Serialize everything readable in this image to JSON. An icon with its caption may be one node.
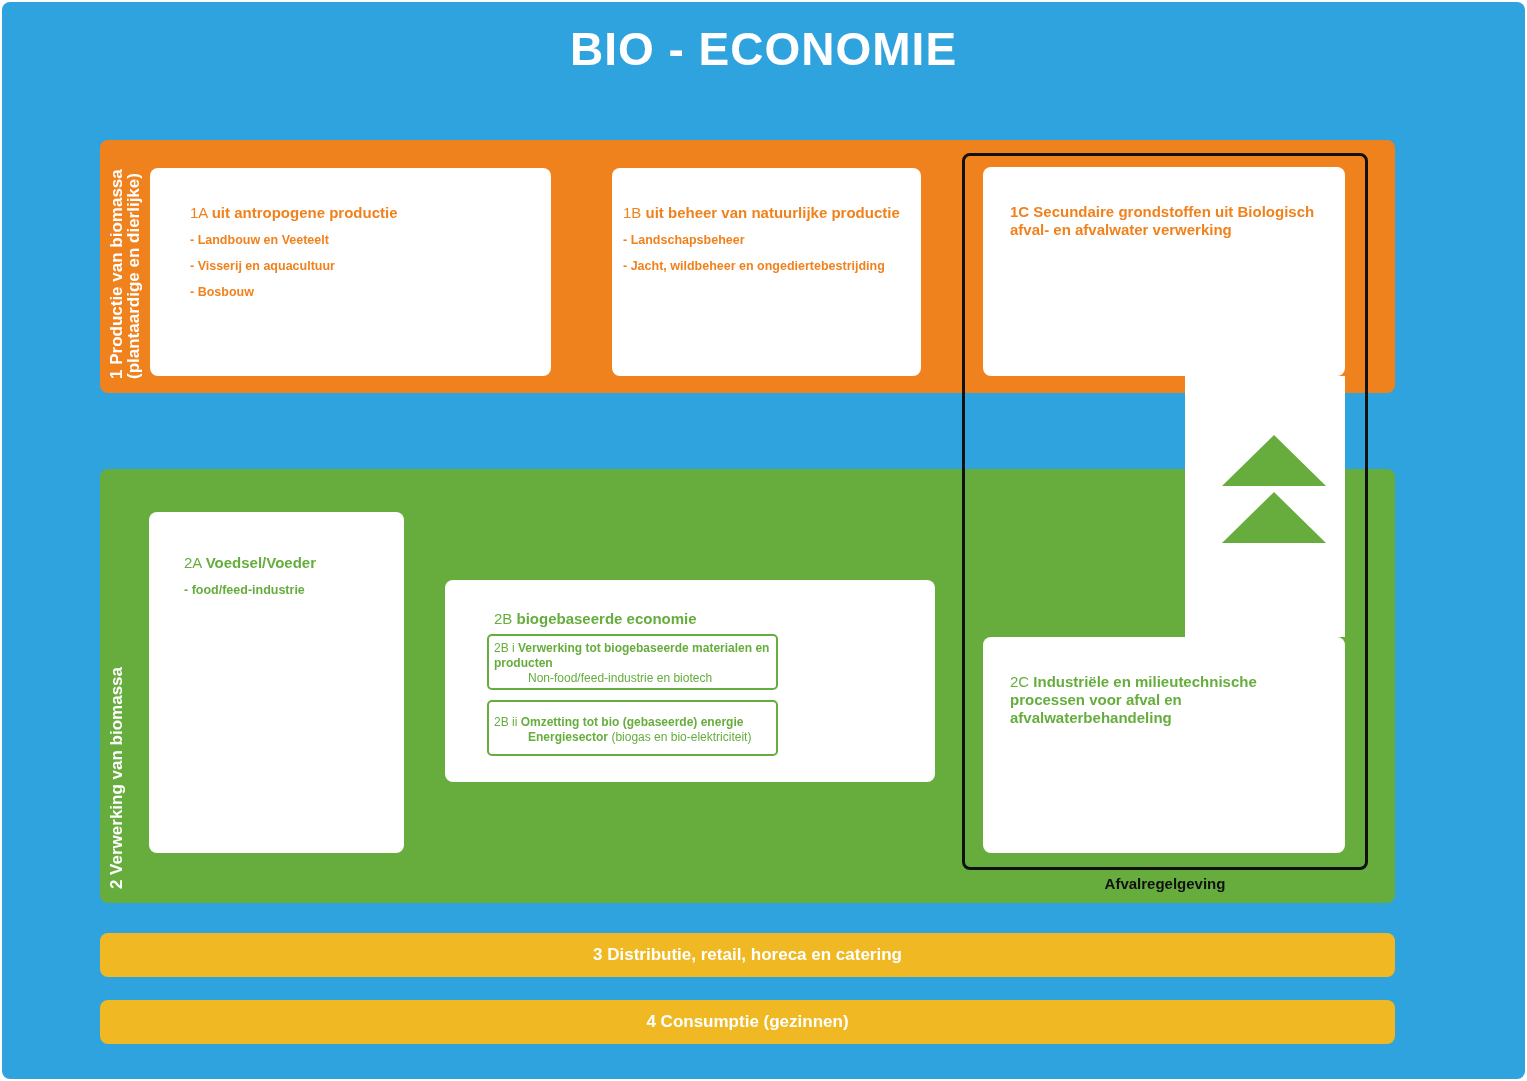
{
  "diagram": {
    "title": "BIO - ECONOMIE",
    "nodes": [
      {
        "text": [
          "1 Productie van biomassa (plantaardige en dierlijke)"
        ]
      },
      {
        "text": [
          "1A **uit antropogene productie**",
          "- Landbouw en Veeteelt",
          "- Visserij en aquacultuur",
          "- Bosbouw"
        ],
        "in": 0
      },
      {
        "text": [
          "1B **uit beheer van natuurlijke productie**",
          "- Landschapsbeheer",
          "- Jacht, wildbeheer en ongediertebestrijding"
        ],
        "in": 0
      },
      {
        "text": [
          "1C  Secundaire grondstoffen uit Biologisch afval- en afvalwater verwerking"
        ],
        "in": 0
      },
      {
        "text": [
          "2 Verwerking van biomassa"
        ]
      },
      {
        "text": [
          "2A **Voedsel/Voeder**",
          "- food/feed-industrie"
        ],
        "in": 4
      },
      {
        "text": [
          "2B **biogebaseerde economie**"
        ],
        "in": 4
      },
      {
        "text": [
          "2B i **Verwerking tot biogebaseerde materialen en producten**",
          "Non-food/feed-industrie en biotech"
        ],
        "in": 6
      },
      {
        "text": [
          "2B ii **Omzetting tot bio (gebaseerde) energie**",
          "**Energiesector** (biogas en bio-elektriciteit)"
        ],
        "in": 6
      },
      {
        "text": [
          "2C **Industriële en milieutechnische processen voor afval en afvalwaterbehandeling**"
        ],
        "in": 4
      },
      {
        "text": [
          "3 Distributie, retail, horeca en catering"
        ]
      },
      {
        "text": [
          "4 Consumptie (gezinnen)"
        ]
      }
    ],
    "edges": [
      {
        "from": 9,
        "to": 3,
        "arrow": "to"
      }
    ],
    "labels": [
      "Afvalregelgeving"
    ]
  }
}
